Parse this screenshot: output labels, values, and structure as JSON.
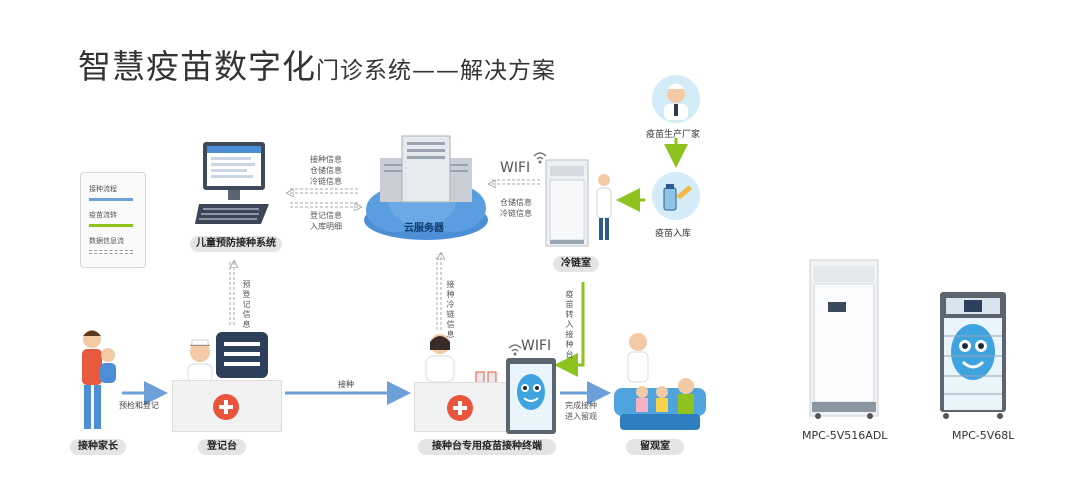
{
  "title": {
    "main": "智慧疫苗数字化",
    "sub": "门诊系统——解决方案"
  },
  "legend": {
    "flow": "接种流程",
    "vaccine": "疫苗流转",
    "data": "数据信息流"
  },
  "nodes": {
    "child_system": "儿童预防接种系统",
    "cloud": "云服务器",
    "cold_room": "冷链室",
    "manufacturer": "疫苗生产厂家",
    "vaccine_in": "疫苗入库",
    "parent": "接种家长",
    "registration": "登记台",
    "terminal": "接种台专用疫苗接种终端",
    "observation": "留观室"
  },
  "edges": {
    "cloud_to_system": [
      "接种信息",
      "仓储信息",
      "冷链信息"
    ],
    "system_to_cloud": [
      "登记信息",
      "入库明细"
    ],
    "cold_to_cloud": [
      "仓储信息",
      "冷链信息"
    ],
    "reg_to_system": "预登记信息",
    "terminal_to_cloud": "接种冷链信息",
    "cold_to_terminal": "疫苗转入接种台",
    "parent_to_reg": "预检和登记",
    "reg_to_terminal": "接种",
    "terminal_to_obs": [
      "完成接种",
      "进入留观"
    ]
  },
  "wifi": {
    "cold": "WIFI",
    "terminal": "WIFI"
  },
  "devices": [
    {
      "model": "MPC-5V516ADL"
    },
    {
      "model": "MPC-5V68L"
    }
  ],
  "colors": {
    "flow": "#6d9fd8",
    "vaccine": "#8dc21f",
    "data": "#b8b8b8",
    "cloud": "#4d8fd6",
    "cross": "#e8553b"
  }
}
